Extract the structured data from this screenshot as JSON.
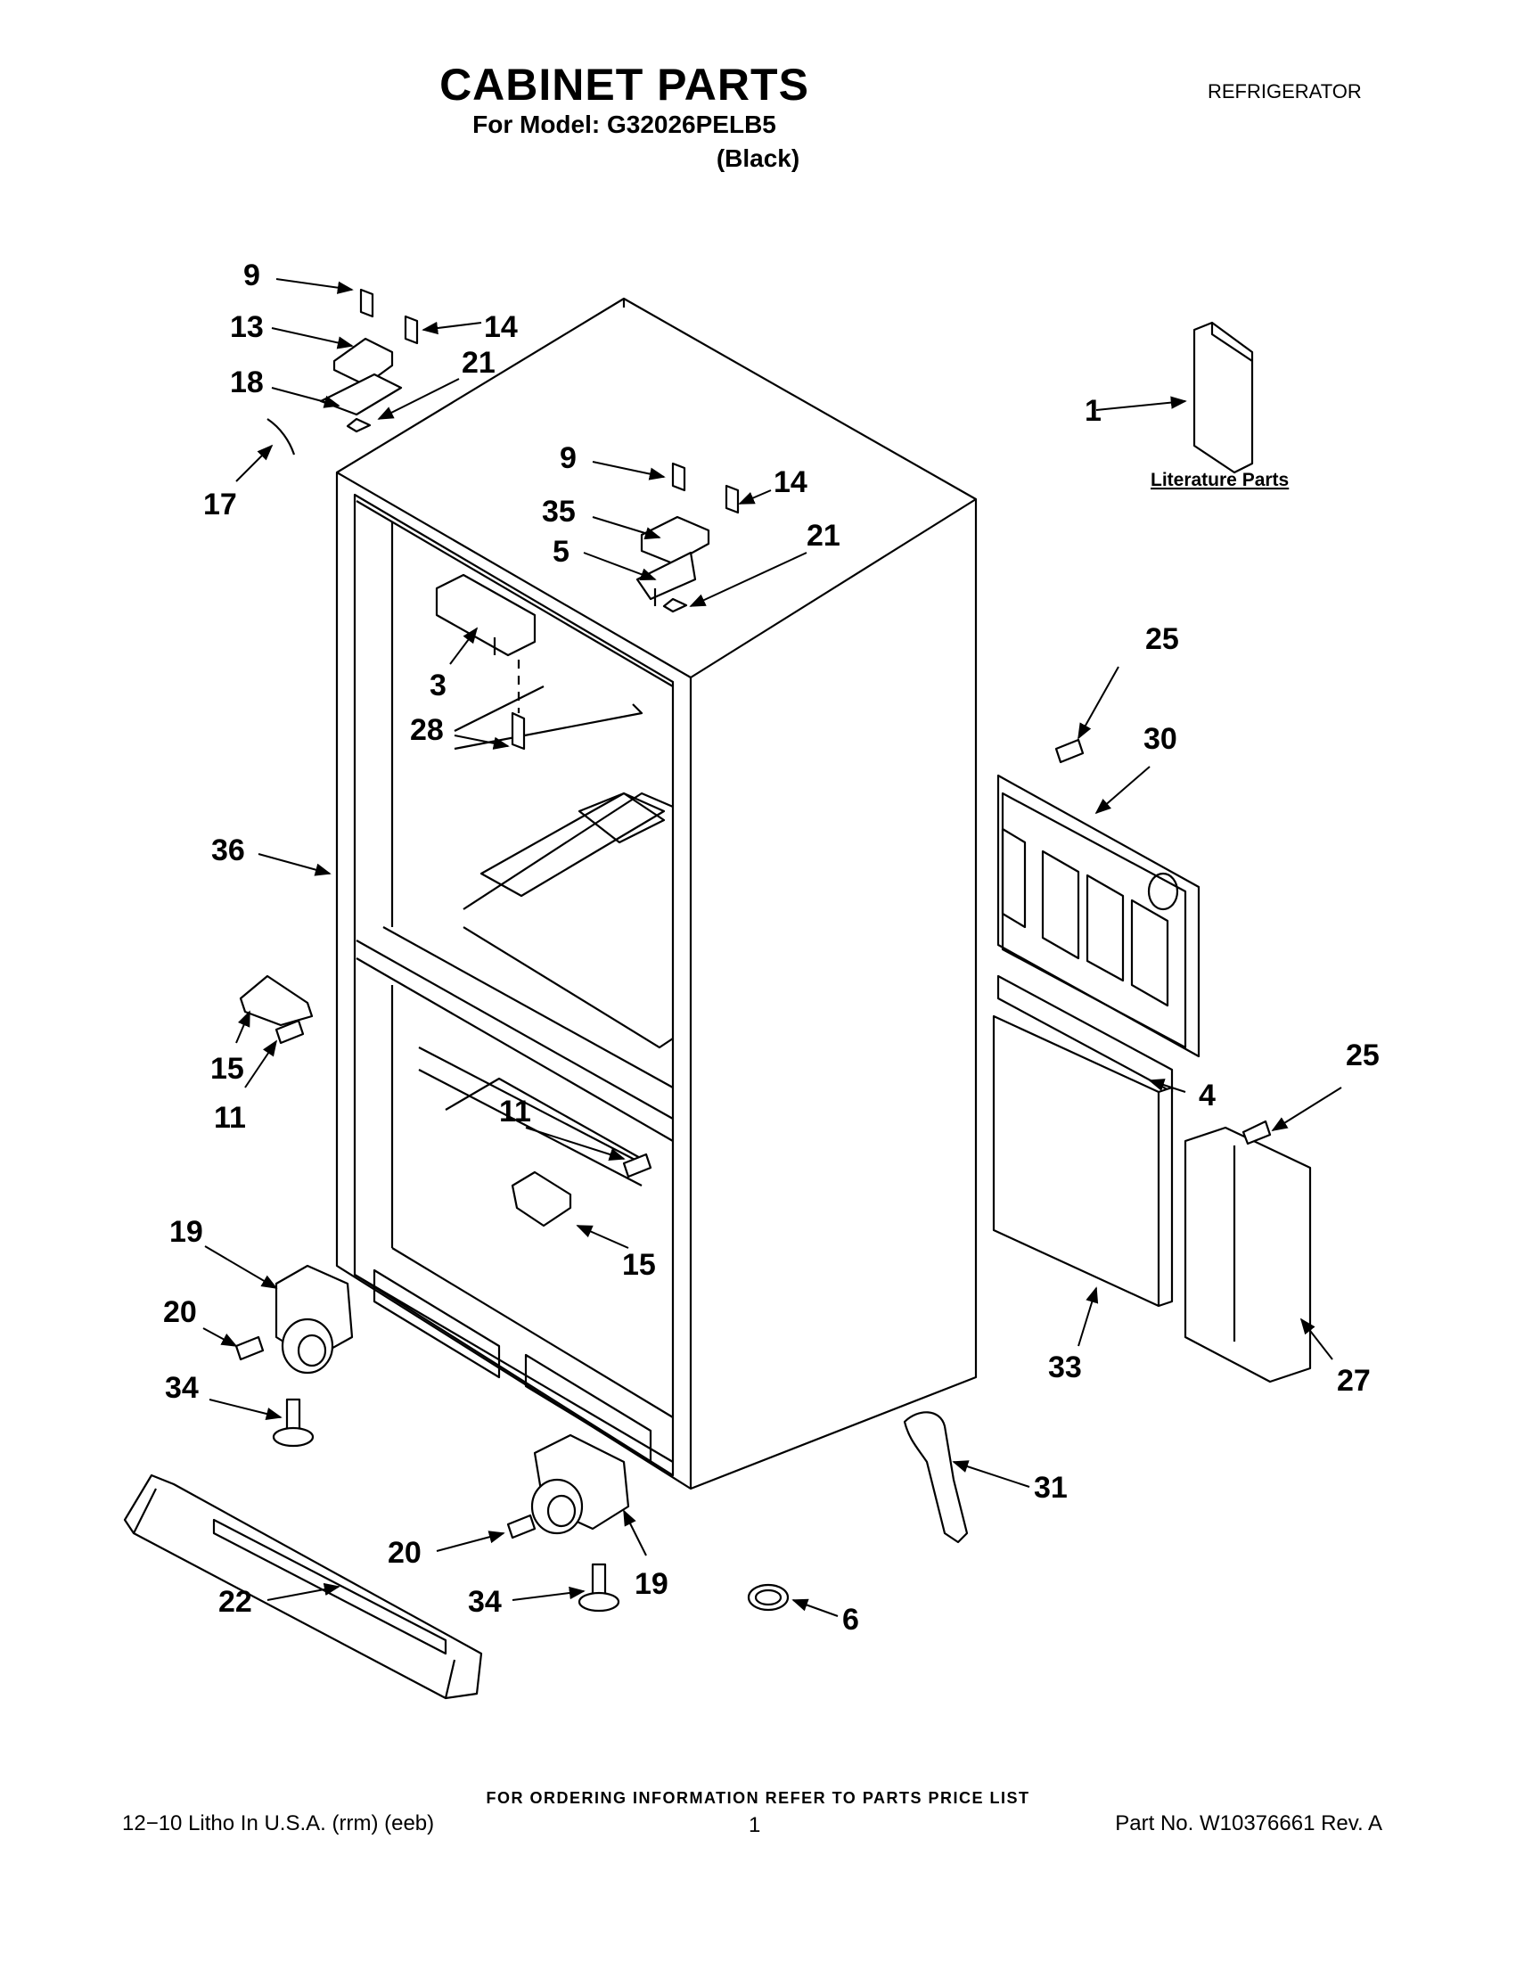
{
  "header": {
    "title": "CABINET PARTS",
    "model_line": "For Model: G32026PELB5",
    "color_line": "(Black)",
    "category": "REFRIGERATOR"
  },
  "diagram": {
    "literature_label": "Literature Parts",
    "callouts": {
      "c1": "1",
      "c3": "3",
      "c4": "4",
      "c5": "5",
      "c6": "6",
      "c9a": "9",
      "c9b": "9",
      "c11a": "11",
      "c11b": "11",
      "c13": "13",
      "c14a": "14",
      "c14b": "14",
      "c15a": "15",
      "c15b": "15",
      "c17": "17",
      "c18": "18",
      "c19a": "19",
      "c19b": "19",
      "c20a": "20",
      "c20b": "20",
      "c21a": "21",
      "c21b": "21",
      "c22": "22",
      "c25a": "25",
      "c25b": "25",
      "c27": "27",
      "c28": "28",
      "c30": "30",
      "c31": "31",
      "c33": "33",
      "c34a": "34",
      "c34b": "34",
      "c35": "35",
      "c36": "36"
    }
  },
  "footer": {
    "ordering_info": "FOR ORDERING INFORMATION REFER TO PARTS PRICE LIST",
    "litho": "12−10 Litho In U.S.A. (rrm) (eeb)",
    "page_number": "1",
    "part_number": "Part No. W10376661 Rev. A"
  }
}
